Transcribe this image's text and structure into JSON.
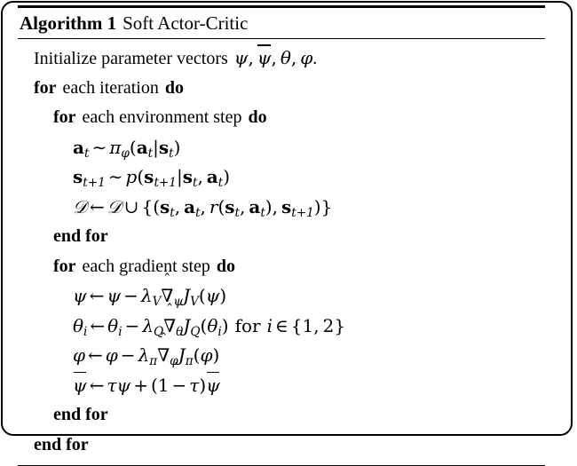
{
  "document": {
    "kind": "algorithm-float",
    "border_color": "#000000",
    "text_color": "#000000",
    "background_color": "#ffffff"
  },
  "header": {
    "label": "Algorithm 1",
    "title": "Soft Actor-Critic"
  },
  "algorithm": {
    "lines": [
      {
        "id": "init",
        "indent": 1,
        "text": "Initialize parameter vectors ψ, ψ̄, θ, φ."
      },
      {
        "id": "for-iteration",
        "indent": 1,
        "text": "for each iteration do"
      },
      {
        "id": "for-env-step",
        "indent": 2,
        "text": "for each environment step do"
      },
      {
        "id": "sample-action",
        "indent": 3,
        "text": "a_t ~ π_φ(a_t|s_t)"
      },
      {
        "id": "sample-next-state",
        "indent": 3,
        "text": "s_{t+1} ~ p(s_{t+1}|s_t, a_t)"
      },
      {
        "id": "append-buffer",
        "indent": 3,
        "text": "D ← D ∪ {(s_t, a_t, r(s_t, a_t), s_{t+1})}"
      },
      {
        "id": "end-for-env",
        "indent": 2,
        "text": "end for"
      },
      {
        "id": "for-gradient-step",
        "indent": 2,
        "text": "for each gradient step do"
      },
      {
        "id": "update-psi",
        "indent": 3,
        "text": "ψ ← ψ − λ_V ∇̂_ψ J_V(ψ)"
      },
      {
        "id": "update-theta",
        "indent": 3,
        "text": "θ_i ← θ_i − λ_Q ∇̂_{θ_i} J_Q(θ_i) for i ∈ {1, 2}"
      },
      {
        "id": "update-phi",
        "indent": 3,
        "text": "φ ← φ − λ_π ∇̂_φ J_π(φ)"
      },
      {
        "id": "update-target",
        "indent": 3,
        "text": "ψ̄ ← τψ + (1 − τ)ψ̄"
      },
      {
        "id": "end-for-gradient",
        "indent": 2,
        "text": "end for"
      },
      {
        "id": "end-for-iteration",
        "indent": 1,
        "text": "end for"
      }
    ],
    "keywords": {
      "for": "for",
      "do": "do",
      "end_for": "end for",
      "each_iteration": "each iteration",
      "each_environment_step": "each environment step",
      "each_gradient_step": "each gradient step",
      "initialize_prefix": "Initialize parameter vectors",
      "for_all": "for",
      "period": "."
    },
    "symbols": {
      "psi": "ψ",
      "theta": "θ",
      "phi": "φ",
      "pi": "π",
      "lambda": "λ",
      "tau": "τ",
      "nabla": "∇",
      "hat": "ˆ",
      "leftarrow": "←",
      "sim": "∼",
      "cup": "∪",
      "in": "∈",
      "minus": "−",
      "plus": "+",
      "comma": ",",
      "D": "𝒟",
      "J": "J",
      "V": "V",
      "Q": "Q",
      "p": "p",
      "r": "r",
      "i": "i",
      "t": "t",
      "t_plus_1": "t+1",
      "one": "1",
      "two": "2",
      "a": "a",
      "s": "s"
    }
  }
}
